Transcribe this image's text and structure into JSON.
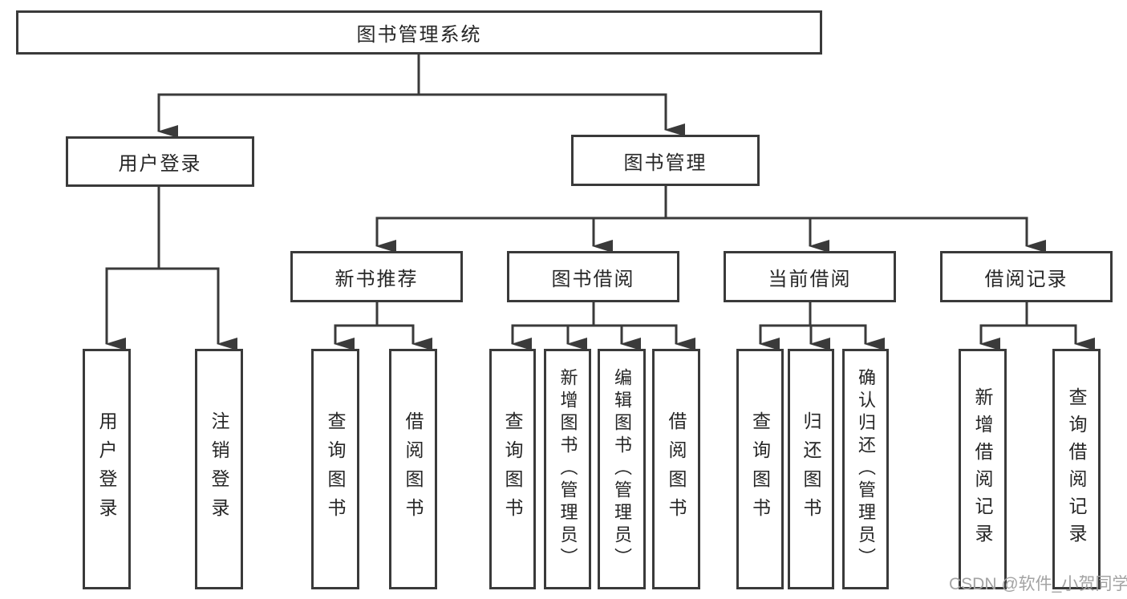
{
  "diagram": {
    "title": "图书管理系统",
    "nodes": {
      "root": "图书管理系统",
      "user_login": "用户登录",
      "book_mgmt": "图书管理",
      "login": "用户登录",
      "logout": "注销登录",
      "new_books": "新书推荐",
      "book_borrow": "图书借阅",
      "current_borrow": "当前借阅",
      "borrow_records": "借阅记录",
      "nb_query": "查询图书",
      "nb_borrow": "借阅图书",
      "bb_query": "查询图书",
      "bb_add": "新增图书（管理员）",
      "bb_edit": "编辑图书（管理员）",
      "bb_borrow": "借阅图书",
      "cb_query": "查询图书",
      "cb_return": "归还图书",
      "cb_confirm": "确认归还（管理员）",
      "br_add": "新增借阅记录",
      "br_query": "查询借阅记录"
    },
    "colors": {
      "line": "#3a3a3a",
      "text": "#262626",
      "watermark": "#a3a3a3"
    }
  },
  "watermark": "CSDN @软件_小贺同学"
}
